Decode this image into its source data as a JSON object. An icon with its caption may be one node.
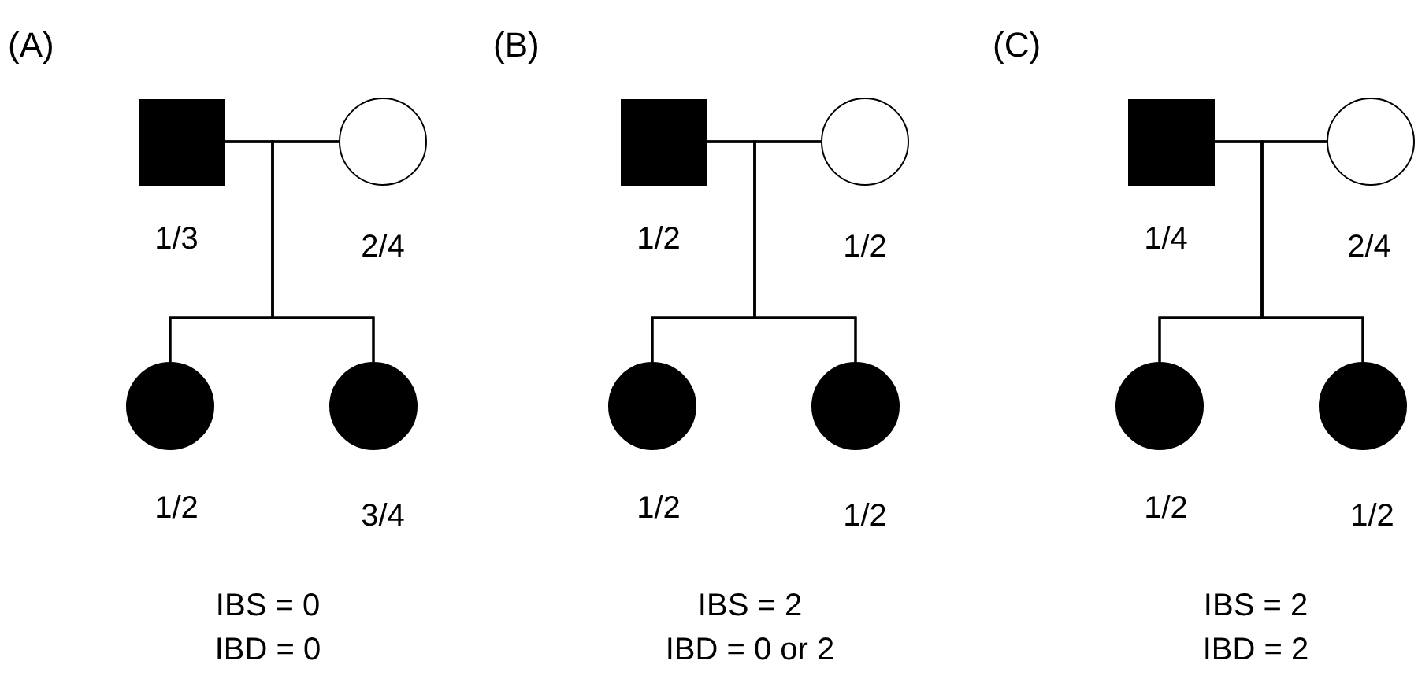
{
  "diagram": {
    "nodes": [
      {
        "text": [],
        "shape": "box",
        "beside": [
          "1/3"
        ]
      },
      {
        "text": [],
        "shape": "circle",
        "beside": [
          "2/4"
        ]
      },
      {
        "text": [],
        "shape": "circle",
        "beside": [
          "1/2"
        ]
      },
      {
        "text": [],
        "shape": "circle",
        "beside": [
          "3/4"
        ]
      },
      {
        "text": [],
        "shape": "box",
        "beside": [
          "1/2"
        ]
      },
      {
        "text": [],
        "shape": "circle",
        "beside": [
          "1/2"
        ]
      },
      {
        "text": [],
        "shape": "circle",
        "beside": [
          "1/2"
        ]
      },
      {
        "text": [],
        "shape": "circle",
        "beside": [
          "1/2"
        ]
      },
      {
        "text": [],
        "shape": "box",
        "beside": [
          "1/4"
        ]
      },
      {
        "text": [],
        "shape": "circle",
        "beside": [
          "2/4"
        ]
      },
      {
        "text": [],
        "shape": "circle",
        "beside": [
          "1/2"
        ]
      },
      {
        "text": [],
        "shape": "circle",
        "beside": [
          "1/2"
        ]
      }
    ],
    "edges": [
      {
        "from": 0,
        "to": 1,
        "arrow": "none"
      },
      {
        "from": 0,
        "to": 2,
        "arrow": "none"
      },
      {
        "from": 0,
        "to": 3,
        "arrow": "none"
      },
      {
        "from": 1,
        "to": 2,
        "arrow": "none"
      },
      {
        "from": 1,
        "to": 3,
        "arrow": "none"
      },
      {
        "from": 4,
        "to": 5,
        "arrow": "none"
      },
      {
        "from": 4,
        "to": 6,
        "arrow": "none"
      },
      {
        "from": 4,
        "to": 7,
        "arrow": "none"
      },
      {
        "from": 5,
        "to": 6,
        "arrow": "none"
      },
      {
        "from": 5,
        "to": 7,
        "arrow": "none"
      },
      {
        "from": 8,
        "to": 9,
        "arrow": "none"
      },
      {
        "from": 8,
        "to": 10,
        "arrow": "none"
      },
      {
        "from": 8,
        "to": 11,
        "arrow": "none"
      },
      {
        "from": 9,
        "to": 10,
        "arrow": "none"
      },
      {
        "from": 9,
        "to": 11,
        "arrow": "none"
      }
    ],
    "labels": [
      "(A)",
      "IBS = 0",
      "IBD = 0",
      "(B)",
      "IBS = 2",
      "IBD = 0 or 2",
      "(C)",
      "IBS = 2",
      "IBD = 2"
    ]
  }
}
